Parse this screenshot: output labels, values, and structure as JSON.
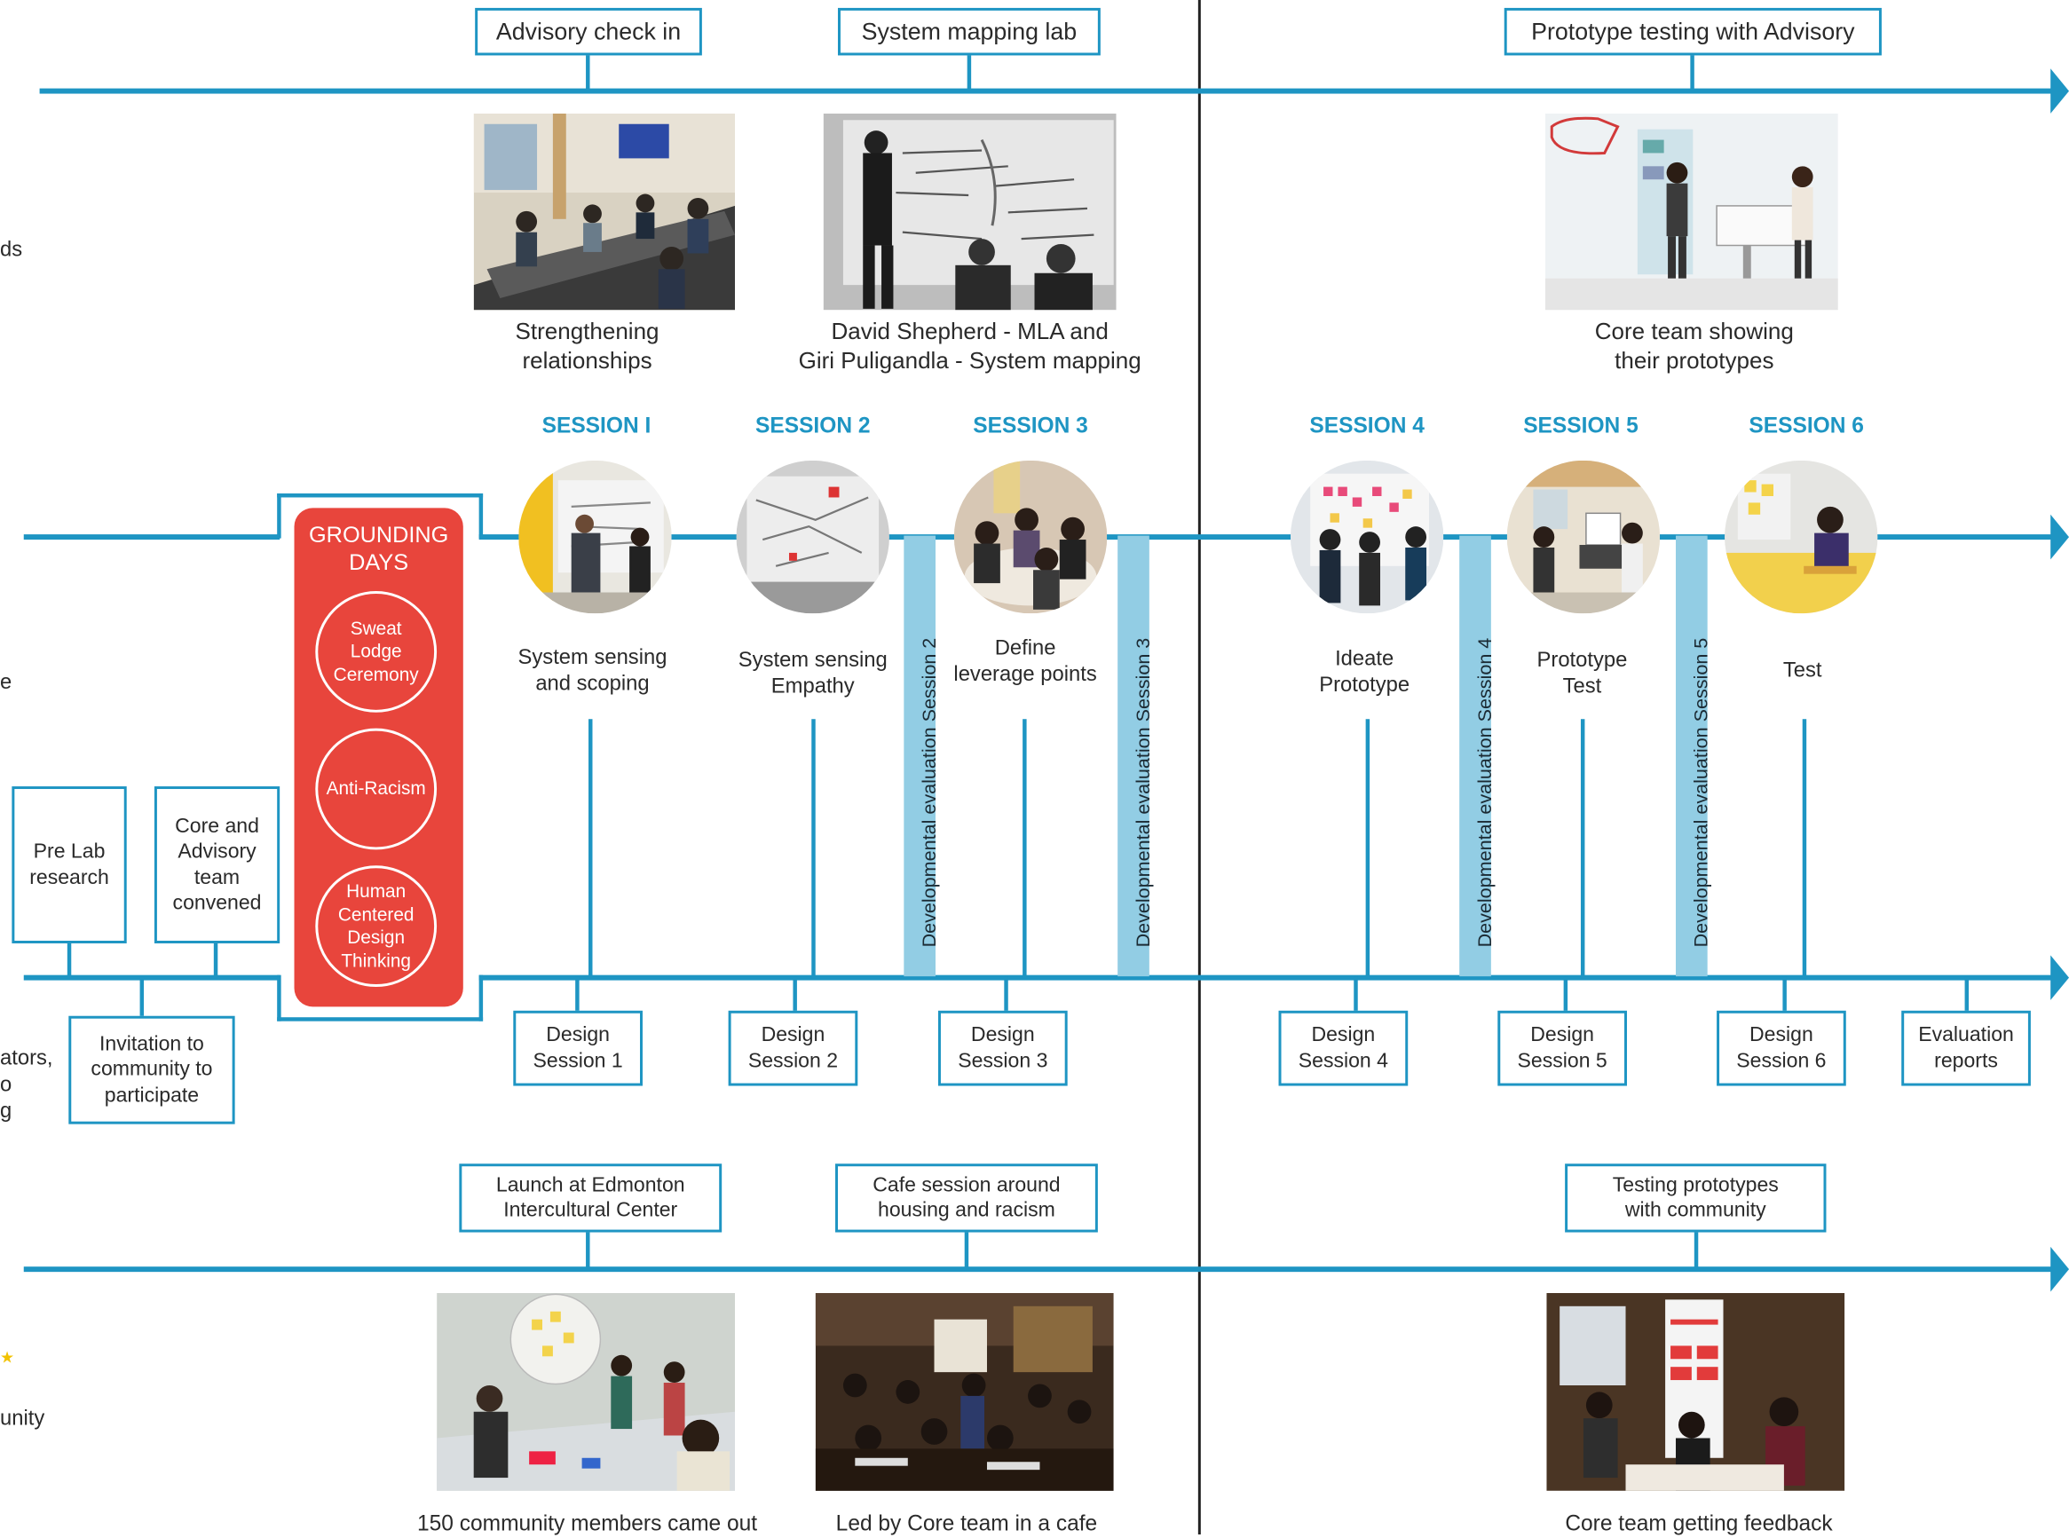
{
  "top_events": [
    "Advisory check in",
    "System mapping lab",
    "Prototype testing with Advisory"
  ],
  "top_captions": {
    "c1": [
      "Strengthening",
      "relationships"
    ],
    "c2": [
      "David Shepherd - MLA and",
      "Giri Puligandla - System mapping"
    ],
    "c3": [
      "Core team showing",
      "their prototypes"
    ]
  },
  "grounding": {
    "title": [
      "GROUNDING",
      "DAYS"
    ],
    "items": [
      [
        "Sweat",
        "Lodge",
        "Ceremony"
      ],
      [
        "Anti-Racism"
      ],
      [
        "Human",
        "Centered",
        "Design",
        "Thinking"
      ]
    ]
  },
  "sessions": [
    {
      "title": "SESSION I",
      "activity": [
        "System sensing",
        "and scoping"
      ]
    },
    {
      "title": "SESSION 2",
      "activity": [
        "System sensing",
        "Empathy"
      ]
    },
    {
      "title": "SESSION 3",
      "activity": [
        "Define",
        "leverage points"
      ]
    },
    {
      "title": "SESSION 4",
      "activity": [
        "Ideate",
        "Prototype"
      ]
    },
    {
      "title": "SESSION 5",
      "activity": [
        "Prototype",
        "Test"
      ]
    },
    {
      "title": "SESSION 6",
      "activity": [
        "Test"
      ]
    }
  ],
  "dev_evals": [
    "Developmental evaluation Session 2",
    "Developmental evaluation Session 3",
    "Developmental evaluation Session 4",
    "Developmental evaluation Session 5"
  ],
  "pre_boxes": {
    "pre_lab": [
      "Pre Lab",
      "research"
    ],
    "core": [
      "Core and",
      "Advisory",
      "team",
      "convened"
    ],
    "invite": [
      "Invitation to",
      "community to",
      "participate"
    ]
  },
  "design_sessions": [
    [
      "Design",
      "Session 1"
    ],
    [
      "Design",
      "Session 2"
    ],
    [
      "Design",
      "Session 3"
    ],
    [
      "Design",
      "Session 4"
    ],
    [
      "Design",
      "Session 5"
    ],
    [
      "Design",
      "Session 6"
    ]
  ],
  "evaluation_reports": [
    "Evaluation",
    "reports"
  ],
  "bottom_events": [
    [
      "Launch at Edmonton",
      "Intercultural Center"
    ],
    [
      "Cafe session around",
      "housing and racism"
    ],
    [
      "Testing prototypes",
      "with community"
    ]
  ],
  "bottom_captions": [
    "150 community members came out",
    "Led by Core team in a cafe",
    "Core team getting feedback"
  ],
  "left_edge": {
    "a": "ds",
    "b": "e",
    "c": [
      "ators,",
      "o",
      "g"
    ],
    "d": "unity"
  }
}
